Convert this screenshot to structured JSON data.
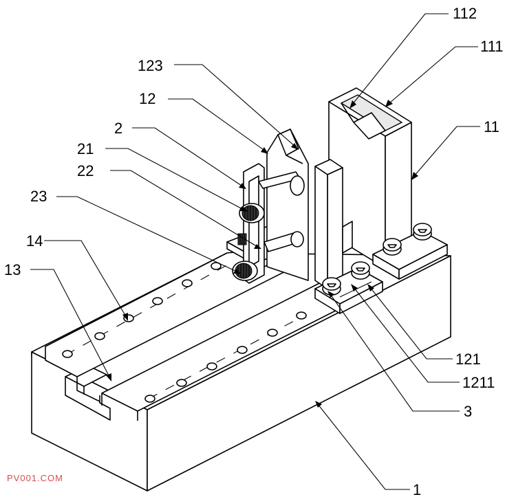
{
  "labels": {
    "l112": "112",
    "l111": "111",
    "l123": "123",
    "l12": "12",
    "l11": "11",
    "l2": "2",
    "l21": "21",
    "l22": "22",
    "l23": "23",
    "l14": "14",
    "l13": "13",
    "l121": "121",
    "l1211": "1211",
    "l3": "3",
    "l1": "1"
  },
  "watermark": "PV001.COM"
}
